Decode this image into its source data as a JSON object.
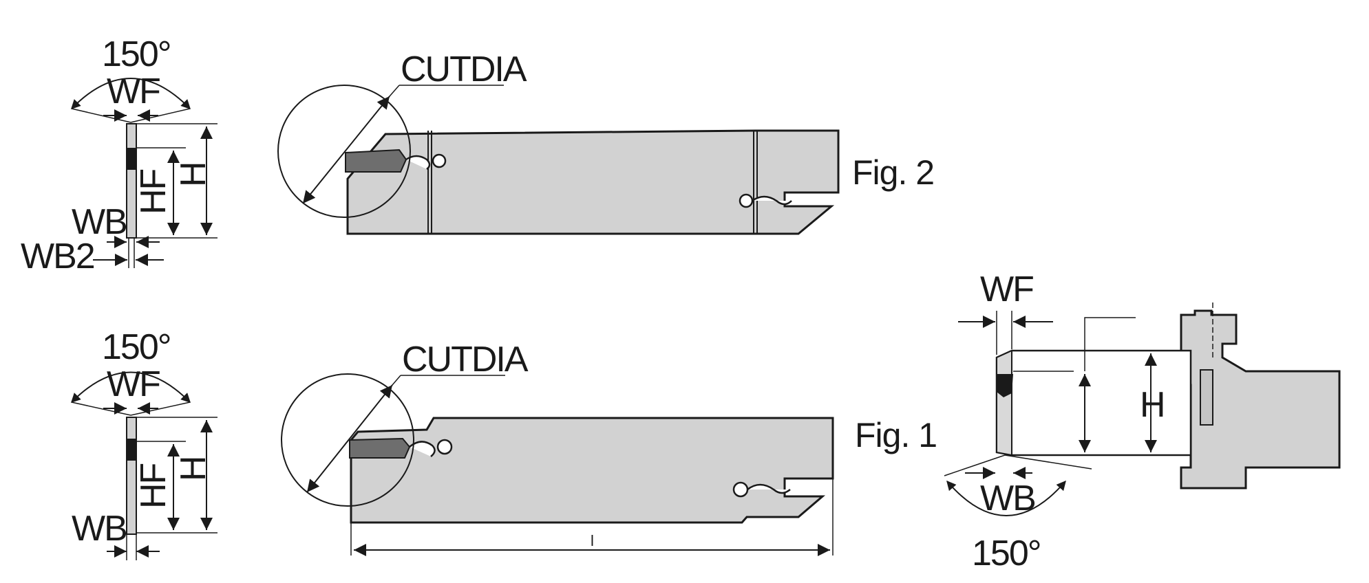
{
  "labels": {
    "angle": "150°",
    "wf": "WF",
    "wb": "WB",
    "wb2": "WB2",
    "hf": "HF",
    "h": "H",
    "cutdia": "CUTDIA",
    "length": "l"
  },
  "figures": {
    "fig1": "Fig. 1",
    "fig2": "Fig. 2"
  },
  "colors": {
    "body": "#d2d2d2",
    "insert": "#6e6e6e",
    "line": "#1a1a1a",
    "background": "#ffffff"
  }
}
